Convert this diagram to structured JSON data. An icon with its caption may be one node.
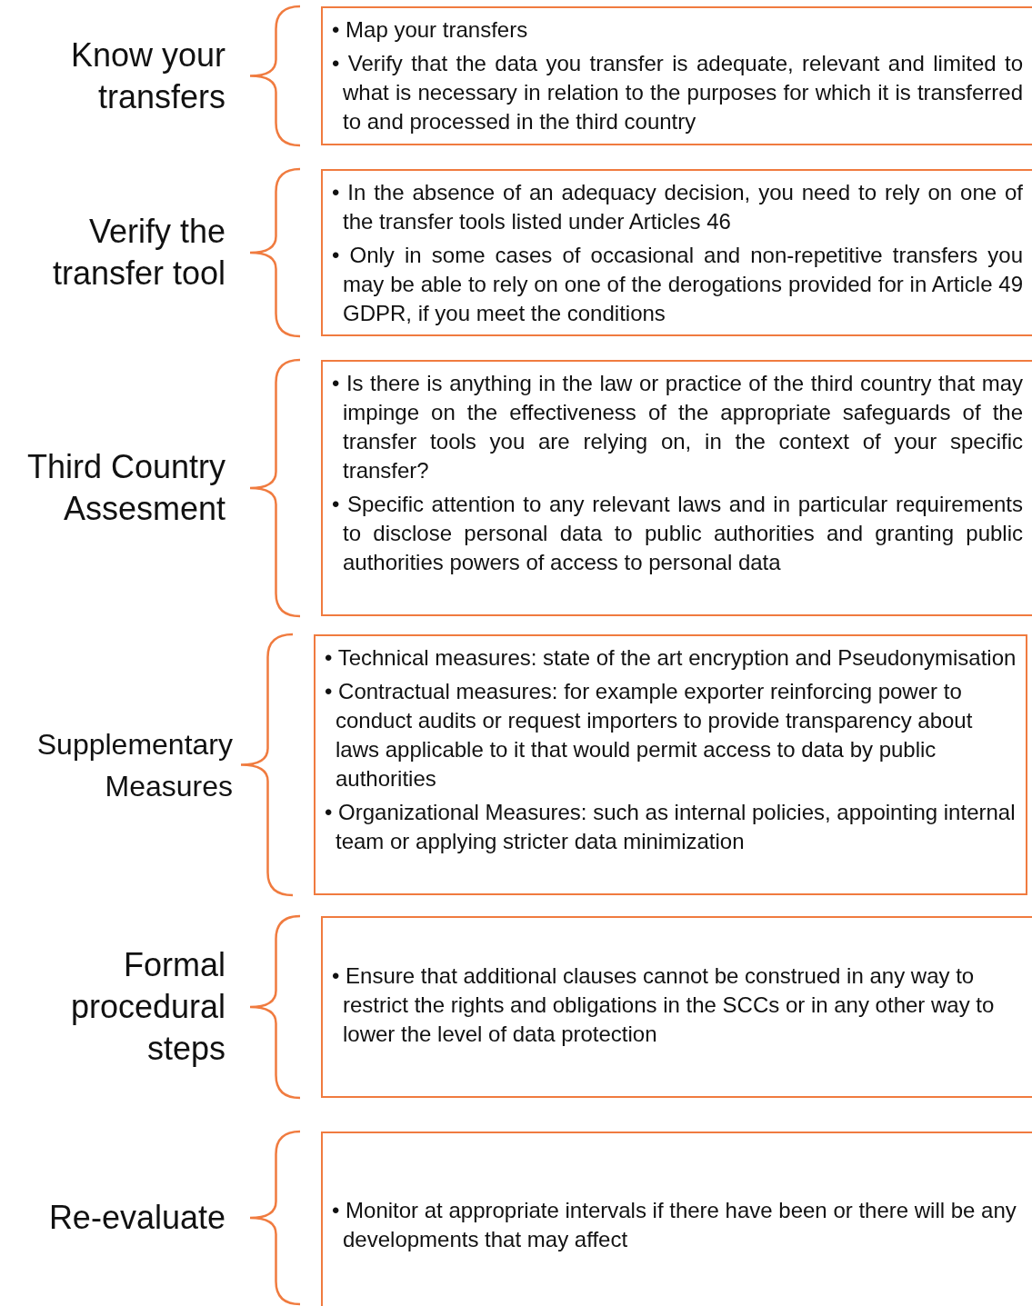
{
  "diagram": {
    "nodes": [
      {
        "text": [
          "• Map your transfers",
          "• Verify that the data you transfer is adequate, relevant and limited to what is necessary in relation to the purposes for which it is transferred to and processed in the third country"
        ],
        "beside": [
          "Know your transfers"
        ]
      },
      {
        "text": [
          "• In the absence of an adequacy decision, you need to rely on one of the transfer tools listed under Articles 46",
          "• Only in some cases of occasional and non-repetitive transfers you may be able to rely on one of the derogations provided for in Article 49 GDPR, if you meet the conditions"
        ],
        "beside": [
          "Verify the transfer tool"
        ]
      },
      {
        "text": [
          "• Is there is anything in the law or practice of the third country that may impinge on the effectiveness of the appropriate safeguards of the transfer tools you are relying on, in the context of your specific transfer?",
          "• Specific attention to any relevant laws and in particular requirements to disclose personal data to public authorities and granting public authorities powers of access to personal data"
        ],
        "beside": [
          "Third Country Assesment"
        ]
      },
      {
        "text": [
          "• Technical measures: state of the art encryption and Pseudonymisation",
          "• Contractual measures: for example exporter reinforcing power to conduct audits or request importers to provide transparency about laws applicable to it that would permit access to data by public authorities",
          "• Organizational Measures: such as internal policies, appointing internal team or applying stricter data minimization"
        ],
        "beside": [
          "Supplementary Measures"
        ]
      },
      {
        "text": [
          "• Ensure that additional clauses cannot be construed in any way to restrict the rights and obligations in the SCCs or in any other way to lower the level of data protection"
        ],
        "beside": [
          "Formal procedural steps"
        ]
      },
      {
        "text": [
          "• Monitor at appropriate intervals if there have been or there will be any developments that may affect"
        ],
        "beside": [
          "Re-evaluate"
        ]
      }
    ]
  }
}
